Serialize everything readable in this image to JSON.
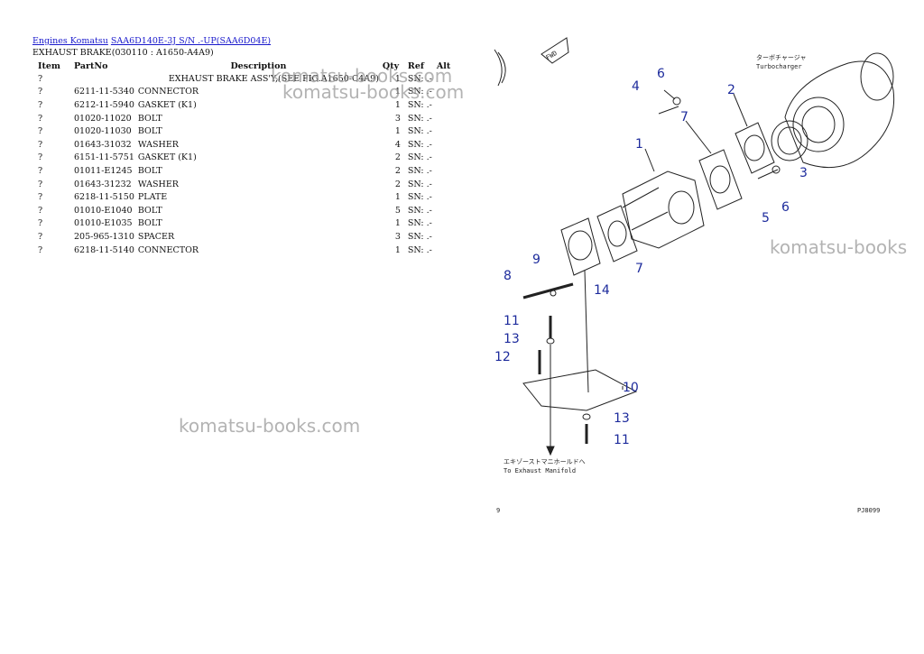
{
  "breadcrumb": {
    "engines_link": "Engines Komatsu",
    "model_link": "SAA6D140E-3J S/N .-UP(SAA6D04E)"
  },
  "subtitle": "EXHAUST BRAKE(030110 : A1650-A4A9)",
  "table": {
    "headers": {
      "item": "Item",
      "partno": "PartNo",
      "description": "Description",
      "qty": "Qty",
      "ref": "Ref",
      "alt": "Alt"
    },
    "rows": [
      {
        "item": "?",
        "partno": "",
        "description": "EXHAUST BRAKE ASS'Y,(SEE FIG.A1650-C4A9)",
        "qty": "1",
        "ref": "SN: .-",
        "alt": ""
      },
      {
        "item": "?",
        "partno": "6211-11-5340",
        "description": "CONNECTOR",
        "qty": "1",
        "ref": "SN: .-",
        "alt": ""
      },
      {
        "item": "?",
        "partno": "6212-11-5940",
        "description": "GASKET (K1)",
        "qty": "1",
        "ref": "SN: .-",
        "alt": ""
      },
      {
        "item": "?",
        "partno": "01020-11020",
        "description": "BOLT",
        "qty": "3",
        "ref": "SN: .-",
        "alt": ""
      },
      {
        "item": "?",
        "partno": "01020-11030",
        "description": "BOLT",
        "qty": "1",
        "ref": "SN: .-",
        "alt": ""
      },
      {
        "item": "?",
        "partno": "01643-31032",
        "description": "WASHER",
        "qty": "4",
        "ref": "SN: .-",
        "alt": ""
      },
      {
        "item": "?",
        "partno": "6151-11-5751",
        "description": "GASKET (K1)",
        "qty": "2",
        "ref": "SN: .-",
        "alt": ""
      },
      {
        "item": "?",
        "partno": "01011-E1245",
        "description": "BOLT",
        "qty": "2",
        "ref": "SN: .-",
        "alt": ""
      },
      {
        "item": "?",
        "partno": "01643-31232",
        "description": "WASHER",
        "qty": "2",
        "ref": "SN: .-",
        "alt": ""
      },
      {
        "item": "?",
        "partno": "6218-11-5150",
        "description": "PLATE",
        "qty": "1",
        "ref": "SN: .-",
        "alt": ""
      },
      {
        "item": "?",
        "partno": "01010-E1040",
        "description": "BOLT",
        "qty": "5",
        "ref": "SN: .-",
        "alt": ""
      },
      {
        "item": "?",
        "partno": "01010-E1035",
        "description": "BOLT",
        "qty": "1",
        "ref": "SN: .-",
        "alt": ""
      },
      {
        "item": "?",
        "partno": "205-965-1310",
        "description": "SPACER",
        "qty": "3",
        "ref": "SN: .-",
        "alt": ""
      },
      {
        "item": "?",
        "partno": "6218-11-5140",
        "description": "CONNECTOR",
        "qty": "1",
        "ref": "SN: .-",
        "alt": ""
      }
    ]
  },
  "watermarks": [
    "komatsu-books.com",
    "komatsu-books.com",
    "komatsu-books.com",
    "komatsu-books"
  ],
  "diagram": {
    "callouts": [
      "1",
      "2",
      "3",
      "4",
      "5",
      "6",
      "6",
      "7",
      "7",
      "8",
      "9",
      "10",
      "11",
      "11",
      "12",
      "13",
      "13",
      "14"
    ],
    "fwd_label": "FWD",
    "turbo_jp": "ターボチャージャ",
    "turbo_en": "Turbocharger",
    "exhaust_jp": "エキゾーストマニホールドへ",
    "exhaust_en": "To Exhaust Manifold",
    "page_code": "PJ8099",
    "corner_mark": "9"
  },
  "colors": {
    "link": "#1a1acc",
    "callout": "#1d2b9c",
    "watermark": "#969696"
  }
}
